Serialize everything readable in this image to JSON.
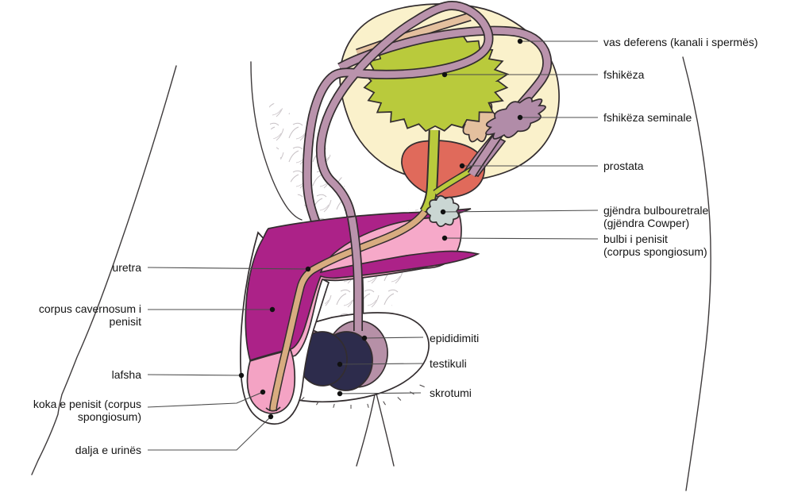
{
  "figure": {
    "title": "male reproductive system diagram (Albanian labels)",
    "background": "#ffffff"
  },
  "labels": {
    "vas_deferens": "vas deferens (kanali i spermës)",
    "fshikeza": "fshikëza",
    "fshikeza_seminale": "fshikëza seminale",
    "prostata": "prostata",
    "gjendra_bulbouretrale": "gjëndra bulbouretrale\n(gjëndra Cowper)",
    "bulbi_i_penisit": "bulbi i penisit\n(corpus spongiosum)",
    "epididimiti": "epididimiti",
    "testikuli": "testikuli",
    "skrotumi": "skrotumi",
    "uretra": "uretra",
    "corpus_cavernosum": "corpus cavernosum i\npenisit",
    "lafsha": "lafsha",
    "koka_e_penisit": "koka e penisit (corpus\nspongiosum)",
    "dalja_e_urines": "dalja e urinës"
  },
  "colors": {
    "fat_pad": "#FAF1CB",
    "bladder": "#B9CA3C",
    "ureter_band": "#E4C09E",
    "ampulla": "#E4C09E",
    "prostate": "#E06A5B",
    "seminal_vesicle": "#B18CA8",
    "cowper": "#CAD6D3",
    "vas": "#BA93AC",
    "cavernosum": "#AC2288",
    "spongiosum": "#F6A9C9",
    "glans": "#F4A3C4",
    "testis": "#2D2C4C",
    "epididymis": "#B690A7",
    "urethra": "#D8AC80",
    "skin": "#FFFFFF",
    "hair": "#C6C0C4",
    "outline": "#332D2F"
  }
}
